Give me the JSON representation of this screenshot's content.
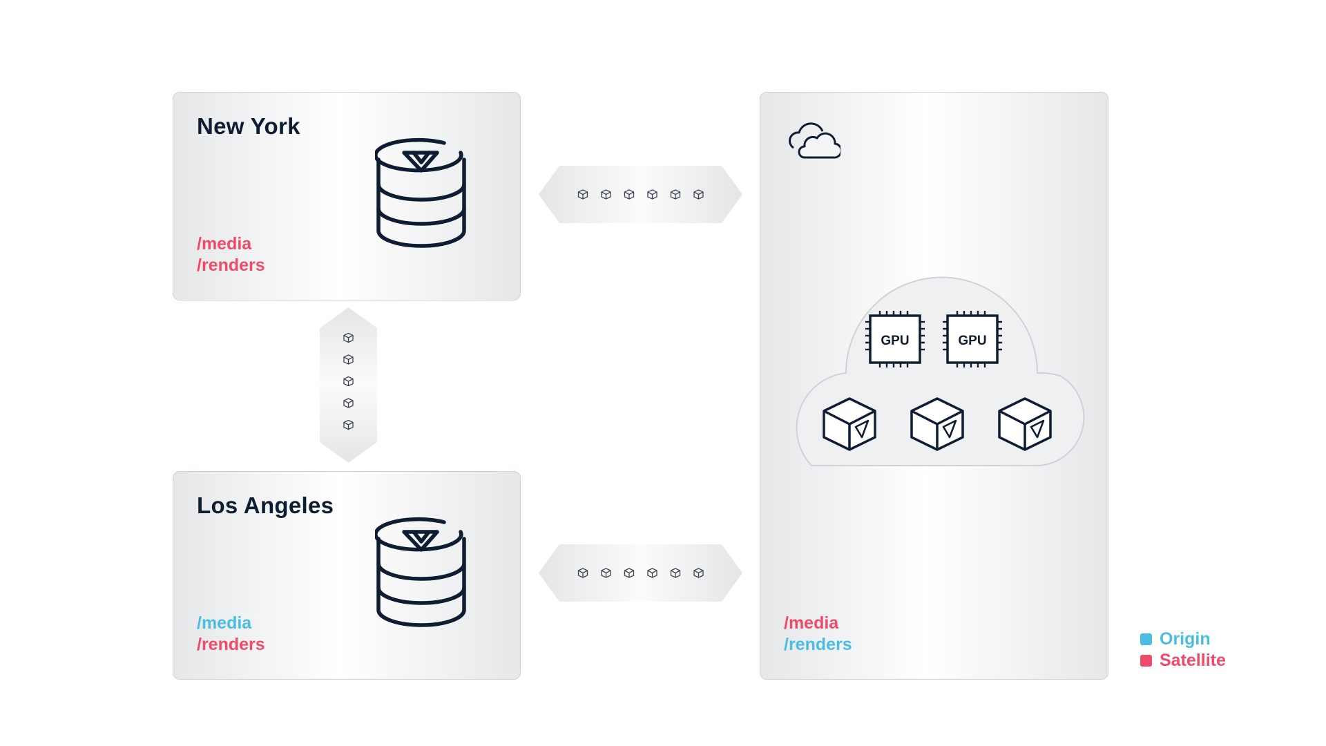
{
  "colors": {
    "origin": "#4bbde0",
    "satellite": "#ee4b6b",
    "ink": "#0f1d33"
  },
  "sites": {
    "new_york": {
      "title": "New York",
      "paths": [
        {
          "text": "/media",
          "role": "satellite"
        },
        {
          "text": "/renders",
          "role": "satellite"
        }
      ],
      "icon": "storage-database-icon"
    },
    "los_angeles": {
      "title": "Los Angeles",
      "paths": [
        {
          "text": "/media",
          "role": "origin"
        },
        {
          "text": "/renders",
          "role": "satellite"
        }
      ],
      "icon": "storage-database-icon"
    },
    "cloud": {
      "icon": "cloud-icon",
      "gpu_label": "GPU",
      "gpu_count": 2,
      "node_count": 3,
      "paths": [
        {
          "text": "/media",
          "role": "satellite"
        },
        {
          "text": "/renders",
          "role": "origin"
        }
      ]
    }
  },
  "connectors": {
    "packets_horizontal": 6,
    "packets_vertical": 5,
    "icon": "data-block-icon"
  },
  "legend": [
    {
      "label": "Origin",
      "role": "origin"
    },
    {
      "label": "Satellite",
      "role": "satellite"
    }
  ]
}
